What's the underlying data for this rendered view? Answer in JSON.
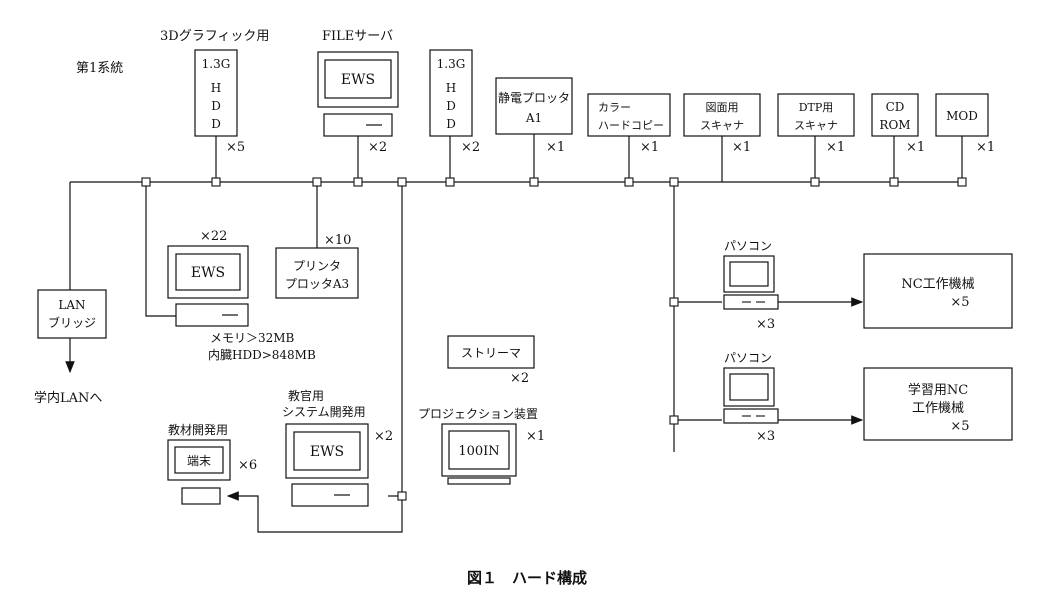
{
  "title": "第1系統",
  "caption": "図１　ハード構成",
  "hdd_3d": {
    "label": "3Dグラフィック用",
    "lines": [
      "1.3G",
      "H",
      "D",
      "D"
    ],
    "count": "×5"
  },
  "file_server": {
    "label": "FILEサーバ",
    "screen": "EWS",
    "count": "×2"
  },
  "hdd_2": {
    "lines": [
      "1.3G",
      "H",
      "D",
      "D"
    ],
    "count": "×2"
  },
  "plotter": {
    "lines": [
      "静電プロッタ",
      "A1"
    ],
    "count": "×1"
  },
  "color_copy": {
    "lines": [
      "カラー",
      "ハードコピー"
    ],
    "count": "×1"
  },
  "scanner_drawing": {
    "lines": [
      "図面用",
      "スキャナ"
    ],
    "count": "×1"
  },
  "scanner_dtp": {
    "lines": [
      "DTP用",
      "スキャナ"
    ],
    "count": "×1"
  },
  "cdrom": {
    "lines": [
      "CD",
      "ROM"
    ],
    "count": "×1"
  },
  "mod": {
    "label": "MOD",
    "count": "×1"
  },
  "ews22": {
    "screen": "EWS",
    "count": "×22",
    "spec": [
      "メモリ＞32MB",
      "内臓HDD>848MB"
    ]
  },
  "printer": {
    "lines": [
      "プリンタ",
      "プロッタA3"
    ],
    "count": "×10"
  },
  "lan_bridge": {
    "lines": [
      "LAN",
      "ブリッジ"
    ],
    "to": "学内LANへ"
  },
  "streamer": {
    "label": "ストリーマ",
    "count": "×2"
  },
  "teacher_ews": {
    "label_lines": [
      "教官用",
      "システム開発用"
    ],
    "screen": "EWS",
    "count": "×2"
  },
  "projector": {
    "label": "プロジェクション装置",
    "screen": "100IN",
    "count": "×1"
  },
  "material_terminal": {
    "label": "教材開発用",
    "screen": "端末",
    "count": "×6"
  },
  "pc1": {
    "label": "パソコン",
    "count": "×3"
  },
  "pc2": {
    "label": "パソコン",
    "count": "×3"
  },
  "nc1": {
    "lines": [
      "NC工作機械",
      "×5"
    ]
  },
  "nc2": {
    "lines": [
      "学習用NC",
      "工作機械",
      "×5"
    ]
  }
}
